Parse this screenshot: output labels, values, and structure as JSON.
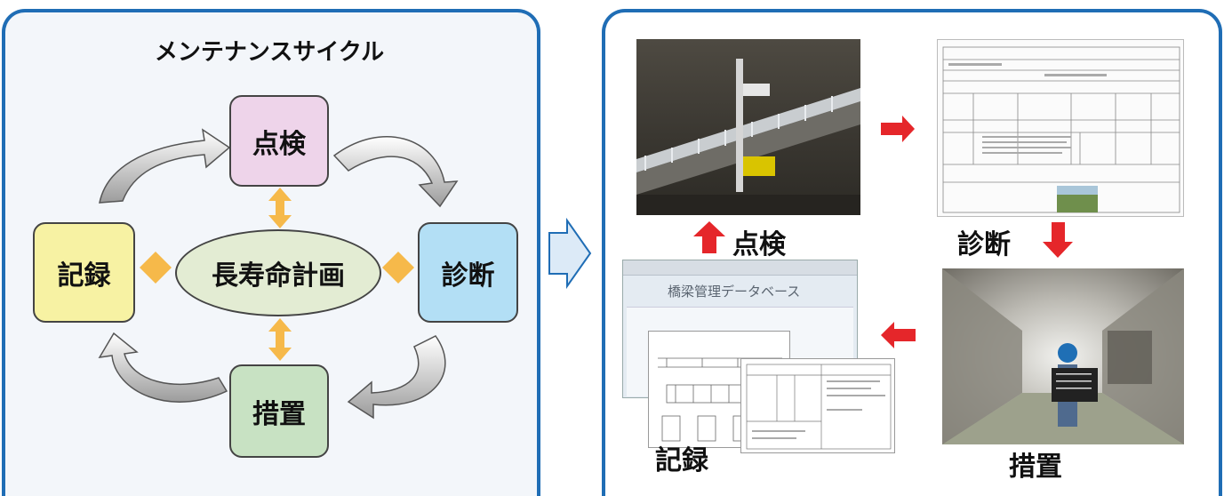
{
  "cycle": {
    "title": "メンテナンスサイクル",
    "center": "長寿命計画",
    "inspect": "点検",
    "diagnose": "診断",
    "measure": "措置",
    "record": "記録"
  },
  "flow": {
    "inspect": "点検",
    "diagnose": "診断",
    "measure": "措置",
    "record": "記録",
    "database_title": "橋梁管理データベース"
  },
  "colors": {
    "panel_border": "#1f6db5",
    "inspect_box": "#eed4ea",
    "diagnose_box": "#b3dff5",
    "measure_box": "#c8e2c3",
    "record_box": "#f7f2a3",
    "center_ellipse": "#e3ecd3",
    "connector": "#f6b94a",
    "flow_arrow": "#e5262a"
  }
}
